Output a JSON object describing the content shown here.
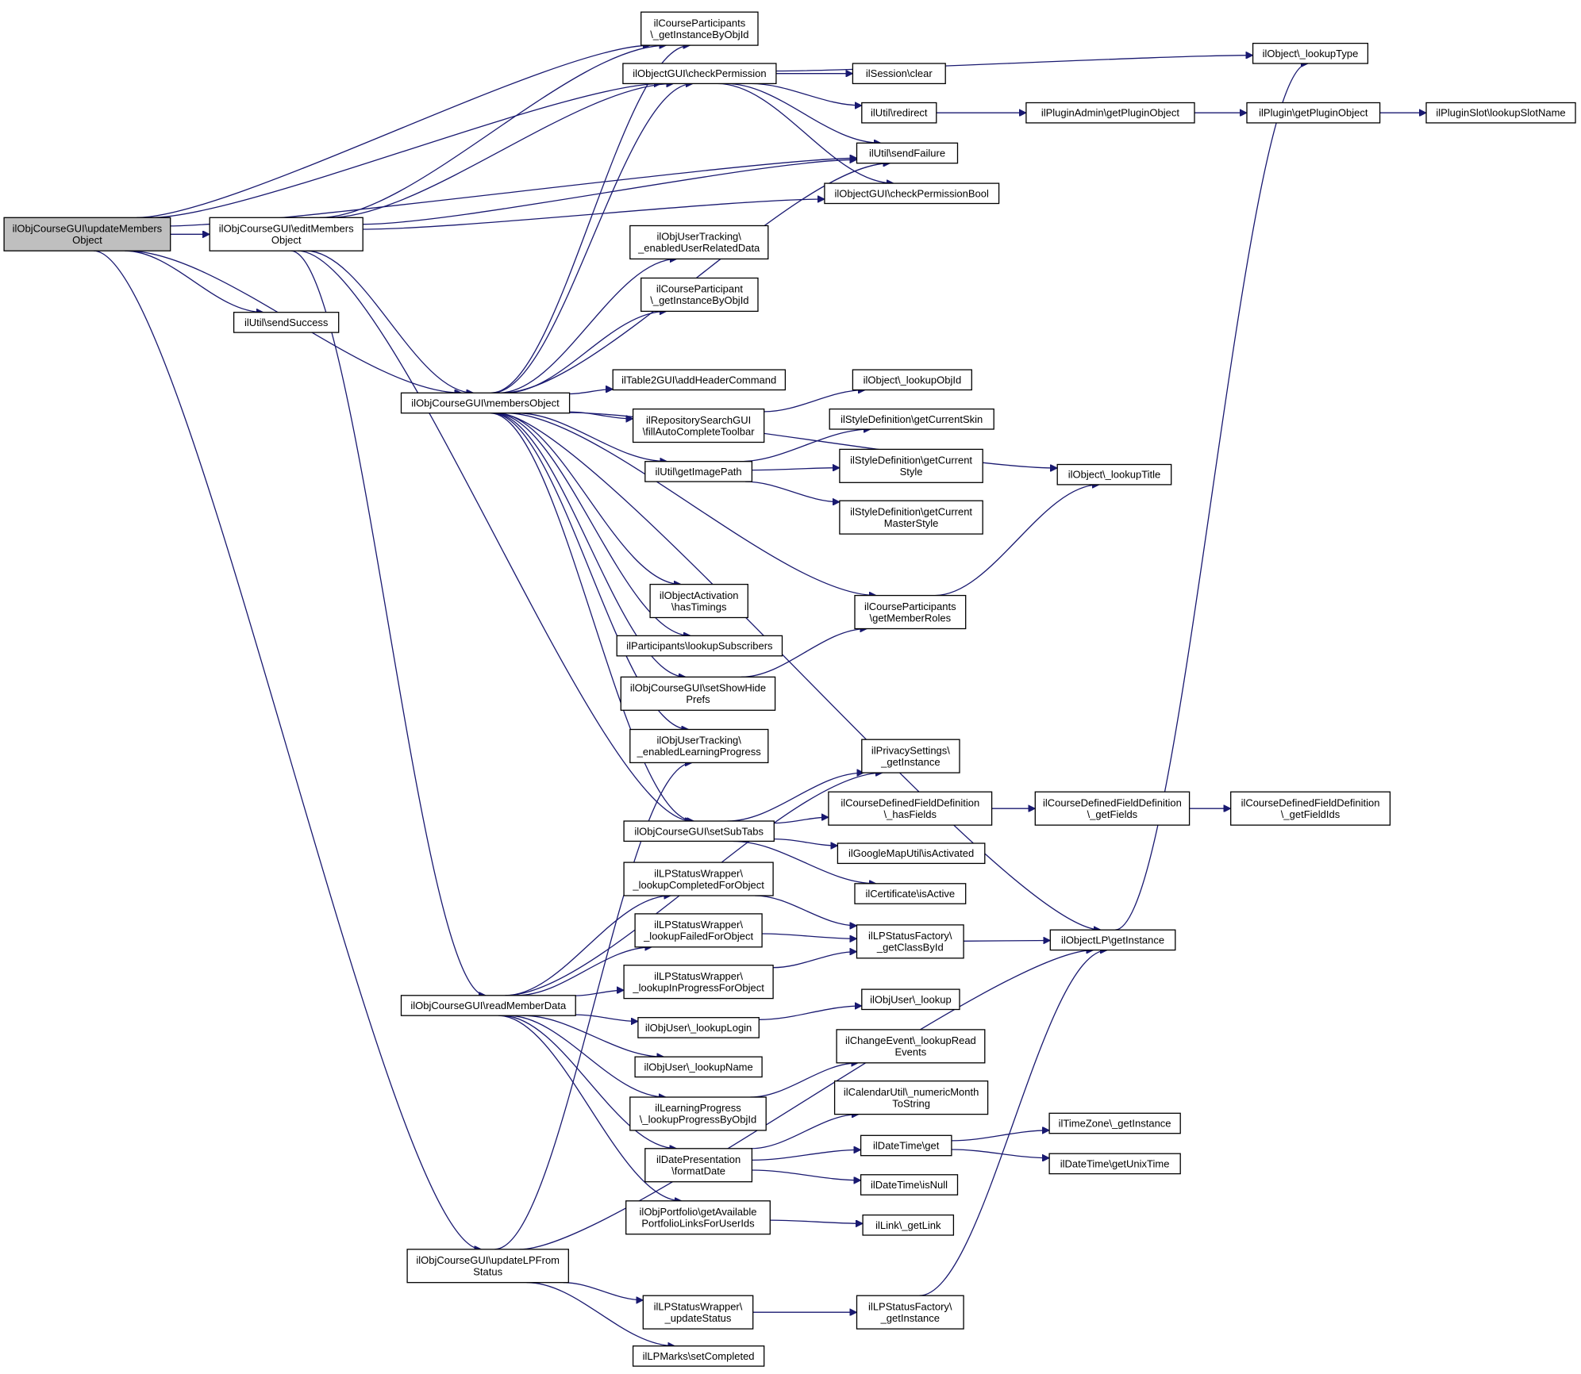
{
  "diagram": {
    "colors": {
      "edge": "#191970",
      "node_border": "#000000",
      "root_fill": "#bfbfbf",
      "node_fill": "#ffffff"
    },
    "nodes": [
      {
        "id": "n0",
        "lines": [
          "ilObjCourseGUI\\updateMembers",
          "Object"
        ]
      },
      {
        "id": "n1",
        "lines": [
          "ilObjCourseGUI\\editMembers",
          "Object"
        ]
      },
      {
        "id": "n2",
        "lines": [
          "ilUtil\\sendSuccess"
        ]
      },
      {
        "id": "n3",
        "lines": [
          "ilObjCourseGUI\\membersObject"
        ]
      },
      {
        "id": "n4",
        "lines": [
          "ilObjCourseGUI\\readMemberData"
        ]
      },
      {
        "id": "n5",
        "lines": [
          "ilObjCourseGUI\\updateLPFrom",
          "Status"
        ]
      },
      {
        "id": "n6",
        "lines": [
          "ilCourseParticipants",
          "\\_getInstanceByObjId"
        ]
      },
      {
        "id": "n7",
        "lines": [
          "ilObjectGUI\\checkPermission"
        ]
      },
      {
        "id": "n8",
        "lines": [
          "ilObjUserTracking\\",
          "_enabledUserRelatedData"
        ]
      },
      {
        "id": "n9",
        "lines": [
          "ilCourseParticipant",
          "\\_getInstanceByObjId"
        ]
      },
      {
        "id": "n10",
        "lines": [
          "ilTable2GUI\\addHeaderCommand"
        ]
      },
      {
        "id": "n11",
        "lines": [
          "ilRepositorySearchGUI",
          "\\fillAutoCompleteToolbar"
        ]
      },
      {
        "id": "n12",
        "lines": [
          "ilUtil\\getImagePath"
        ]
      },
      {
        "id": "n13",
        "lines": [
          "ilObjectActivation",
          "\\hasTimings"
        ]
      },
      {
        "id": "n14",
        "lines": [
          "ilParticipants\\lookupSubscribers"
        ]
      },
      {
        "id": "n15",
        "lines": [
          "ilObjCourseGUI\\setShowHide",
          "Prefs"
        ]
      },
      {
        "id": "n16",
        "lines": [
          "ilObjUserTracking\\",
          "_enabledLearningProgress"
        ]
      },
      {
        "id": "n17",
        "lines": [
          "ilObjCourseGUI\\setSubTabs"
        ]
      },
      {
        "id": "n18",
        "lines": [
          "ilLPStatusWrapper\\",
          "_lookupCompletedForObject"
        ]
      },
      {
        "id": "n19",
        "lines": [
          "ilLPStatusWrapper\\",
          "_lookupFailedForObject"
        ]
      },
      {
        "id": "n20",
        "lines": [
          "ilLPStatusWrapper\\",
          "_lookupInProgressForObject"
        ]
      },
      {
        "id": "n21",
        "lines": [
          "ilObjUser\\_lookupLogin"
        ]
      },
      {
        "id": "n22",
        "lines": [
          "ilObjUser\\_lookupName"
        ]
      },
      {
        "id": "n23",
        "lines": [
          "ilLearningProgress",
          "\\_lookupProgressByObjId"
        ]
      },
      {
        "id": "n24",
        "lines": [
          "ilDatePresentation",
          "\\formatDate"
        ]
      },
      {
        "id": "n25",
        "lines": [
          "ilObjPortfolio\\getAvailable",
          "PortfolioLinksForUserIds"
        ]
      },
      {
        "id": "n26",
        "lines": [
          "ilLPStatusWrapper\\",
          "_updateStatus"
        ]
      },
      {
        "id": "n27",
        "lines": [
          "ilLPMarks\\setCompleted"
        ]
      },
      {
        "id": "n28",
        "lines": [
          "ilSession\\clear"
        ]
      },
      {
        "id": "n29",
        "lines": [
          "ilUtil\\redirect"
        ]
      },
      {
        "id": "n30",
        "lines": [
          "ilUtil\\sendFailure"
        ]
      },
      {
        "id": "n31",
        "lines": [
          "ilObjectGUI\\checkPermissionBool"
        ]
      },
      {
        "id": "n32",
        "lines": [
          "ilObject\\_lookupObjId"
        ]
      },
      {
        "id": "n33",
        "lines": [
          "ilStyleDefinition\\getCurrentSkin"
        ]
      },
      {
        "id": "n34",
        "lines": [
          "ilStyleDefinition\\getCurrent",
          "Style"
        ]
      },
      {
        "id": "n35",
        "lines": [
          "ilStyleDefinition\\getCurrent",
          "MasterStyle"
        ]
      },
      {
        "id": "n36",
        "lines": [
          "ilCourseParticipants",
          "\\getMemberRoles"
        ]
      },
      {
        "id": "n37",
        "lines": [
          "ilPrivacySettings\\",
          "_getInstance"
        ]
      },
      {
        "id": "n38",
        "lines": [
          "ilCourseDefinedFieldDefinition",
          "\\_hasFields"
        ]
      },
      {
        "id": "n39",
        "lines": [
          "ilGoogleMapUtil\\isActivated"
        ]
      },
      {
        "id": "n40",
        "lines": [
          "ilCertificate\\isActive"
        ]
      },
      {
        "id": "n41",
        "lines": [
          "ilLPStatusFactory\\",
          "_getClassById"
        ]
      },
      {
        "id": "n42",
        "lines": [
          "ilObjUser\\_lookup"
        ]
      },
      {
        "id": "n43",
        "lines": [
          "ilChangeEvent\\_lookupRead",
          "Events"
        ]
      },
      {
        "id": "n44",
        "lines": [
          "ilCalendarUtil\\_numericMonth",
          "ToString"
        ]
      },
      {
        "id": "n45",
        "lines": [
          "ilDateTime\\get"
        ]
      },
      {
        "id": "n46",
        "lines": [
          "ilDateTime\\isNull"
        ]
      },
      {
        "id": "n47",
        "lines": [
          "ilLink\\_getLink"
        ]
      },
      {
        "id": "n48",
        "lines": [
          "ilLPStatusFactory\\",
          "_getInstance"
        ]
      },
      {
        "id": "n49",
        "lines": [
          "ilPluginAdmin\\getPluginObject"
        ]
      },
      {
        "id": "n50",
        "lines": [
          "ilObject\\_lookupTitle"
        ]
      },
      {
        "id": "n51",
        "lines": [
          "ilCourseDefinedFieldDefinition",
          "\\_getFields"
        ]
      },
      {
        "id": "n52",
        "lines": [
          "ilObjectLP\\getInstance"
        ]
      },
      {
        "id": "n53",
        "lines": [
          "ilTimeZone\\_getInstance"
        ]
      },
      {
        "id": "n54",
        "lines": [
          "ilDateTime\\getUnixTime"
        ]
      },
      {
        "id": "n55",
        "lines": [
          "ilObject\\_lookupType"
        ]
      },
      {
        "id": "n56",
        "lines": [
          "ilPlugin\\getPluginObject"
        ]
      },
      {
        "id": "n57",
        "lines": [
          "ilCourseDefinedFieldDefinition",
          "\\_getFieldIds"
        ]
      },
      {
        "id": "n58",
        "lines": [
          "ilPluginSlot\\lookupSlotName"
        ]
      }
    ],
    "edges": [
      [
        "n0",
        "n1"
      ],
      [
        "n0",
        "n6"
      ],
      [
        "n0",
        "n7"
      ],
      [
        "n0",
        "n30"
      ],
      [
        "n0",
        "n2"
      ],
      [
        "n0",
        "n3"
      ],
      [
        "n0",
        "n5"
      ],
      [
        "n1",
        "n6"
      ],
      [
        "n1",
        "n7"
      ],
      [
        "n1",
        "n30"
      ],
      [
        "n1",
        "n31"
      ],
      [
        "n1",
        "n3"
      ],
      [
        "n1",
        "n17"
      ],
      [
        "n1",
        "n4"
      ],
      [
        "n3",
        "n7"
      ],
      [
        "n3",
        "n6"
      ],
      [
        "n3",
        "n8"
      ],
      [
        "n3",
        "n9"
      ],
      [
        "n3",
        "n10"
      ],
      [
        "n3",
        "n11"
      ],
      [
        "n3",
        "n12"
      ],
      [
        "n3",
        "n13"
      ],
      [
        "n3",
        "n14"
      ],
      [
        "n3",
        "n15"
      ],
      [
        "n3",
        "n16"
      ],
      [
        "n3",
        "n17"
      ],
      [
        "n3",
        "n36"
      ],
      [
        "n3",
        "n50"
      ],
      [
        "n3",
        "n52"
      ],
      [
        "n3",
        "n30"
      ],
      [
        "n4",
        "n37"
      ],
      [
        "n4",
        "n18"
      ],
      [
        "n4",
        "n19"
      ],
      [
        "n4",
        "n20"
      ],
      [
        "n4",
        "n21"
      ],
      [
        "n4",
        "n22"
      ],
      [
        "n4",
        "n23"
      ],
      [
        "n4",
        "n24"
      ],
      [
        "n4",
        "n25"
      ],
      [
        "n5",
        "n16"
      ],
      [
        "n5",
        "n52"
      ],
      [
        "n5",
        "n26"
      ],
      [
        "n5",
        "n27"
      ],
      [
        "n7",
        "n55"
      ],
      [
        "n7",
        "n28"
      ],
      [
        "n7",
        "n29"
      ],
      [
        "n7",
        "n30"
      ],
      [
        "n7",
        "n31"
      ],
      [
        "n29",
        "n49"
      ],
      [
        "n49",
        "n56"
      ],
      [
        "n56",
        "n58"
      ],
      [
        "n11",
        "n32"
      ],
      [
        "n12",
        "n33"
      ],
      [
        "n12",
        "n34"
      ],
      [
        "n12",
        "n35"
      ],
      [
        "n15",
        "n36"
      ],
      [
        "n36",
        "n50"
      ],
      [
        "n17",
        "n37"
      ],
      [
        "n17",
        "n38"
      ],
      [
        "n17",
        "n39"
      ],
      [
        "n17",
        "n40"
      ],
      [
        "n38",
        "n51"
      ],
      [
        "n51",
        "n57"
      ],
      [
        "n18",
        "n41"
      ],
      [
        "n19",
        "n41"
      ],
      [
        "n20",
        "n41"
      ],
      [
        "n41",
        "n52"
      ],
      [
        "n21",
        "n42"
      ],
      [
        "n23",
        "n43"
      ],
      [
        "n24",
        "n44"
      ],
      [
        "n24",
        "n45"
      ],
      [
        "n24",
        "n46"
      ],
      [
        "n45",
        "n53"
      ],
      [
        "n45",
        "n54"
      ],
      [
        "n25",
        "n47"
      ],
      [
        "n26",
        "n48"
      ],
      [
        "n48",
        "n52"
      ],
      [
        "n52",
        "n55"
      ]
    ]
  }
}
